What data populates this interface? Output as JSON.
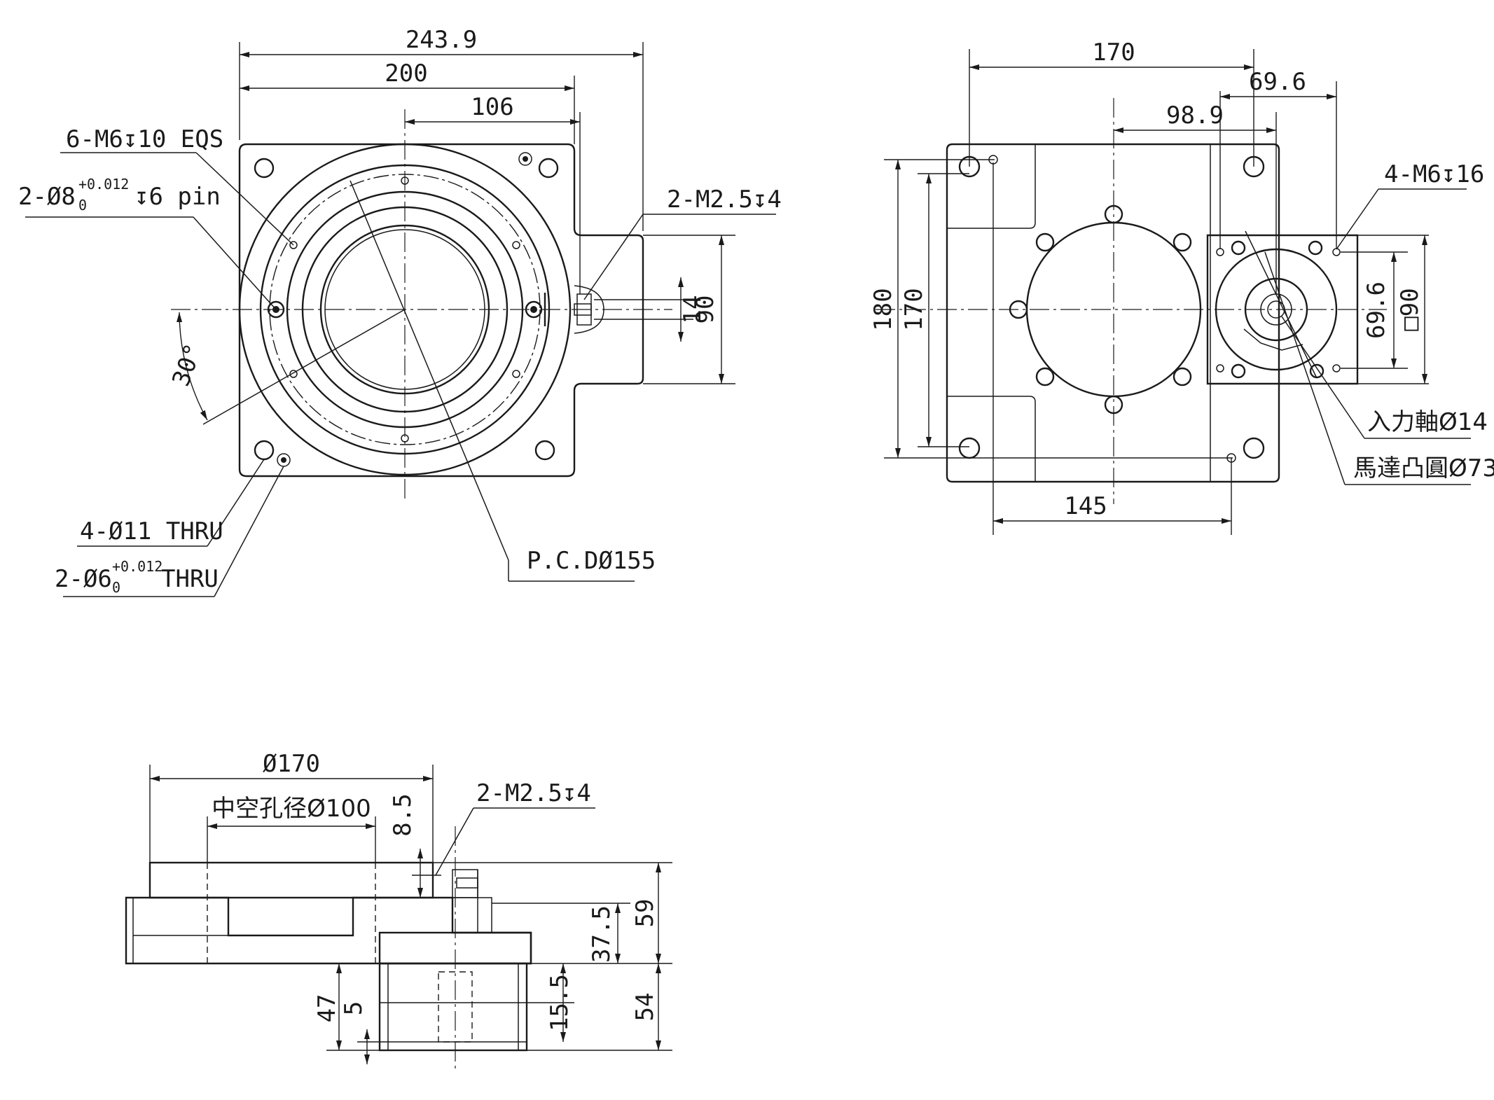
{
  "front_view": {
    "dim_total_width": "243.9",
    "dim_body_width": "200",
    "dim_half": "106",
    "label_tapped_top": "6-M6",
    "label_tapped_top_depth": "10 EQS",
    "label_pin_prefix": "2-Ø8",
    "label_pin_tol_upper": "+0.012",
    "label_pin_tol_lower": "0",
    "label_pin_suffix": "6 pin",
    "label_sensor": "2-M2.5",
    "label_sensor_depth": "4",
    "dim_sensor_14": "14",
    "dim_sensor_90": "90",
    "angle": "30°",
    "label_thru": "4-Ø11 THRU",
    "label_dowel_prefix": "2-Ø6",
    "label_dowel_tol_upper": "+0.012",
    "label_dowel_tol_lower": "0",
    "label_dowel_suffix": "THRU",
    "label_pcd": "P.C.DØ155"
  },
  "right_view": {
    "dim_170_top": "170",
    "dim_69_6_top": "69.6",
    "dim_98_9": "98.9",
    "label_motor_holes": "4-M6",
    "label_motor_holes_depth": "16",
    "dim_180": "180",
    "dim_170_side": "170",
    "dim_69_6_side": "69.6",
    "dim_square_90": "□90",
    "label_input_shaft": "入力軸Ø14",
    "label_motor_boss": "馬達凸圓Ø73",
    "dim_145": "145"
  },
  "side_view": {
    "dim_dia_170": "Ø170",
    "label_hollow": "中空孔径Ø100",
    "dim_8_5": "8.5",
    "label_sensor": "2-M2.5",
    "label_sensor_depth": "4",
    "dim_59": "59",
    "dim_37_5": "37.5",
    "dim_54": "54",
    "dim_15_5": "15.5",
    "dim_47": "47",
    "dim_5": "5"
  }
}
